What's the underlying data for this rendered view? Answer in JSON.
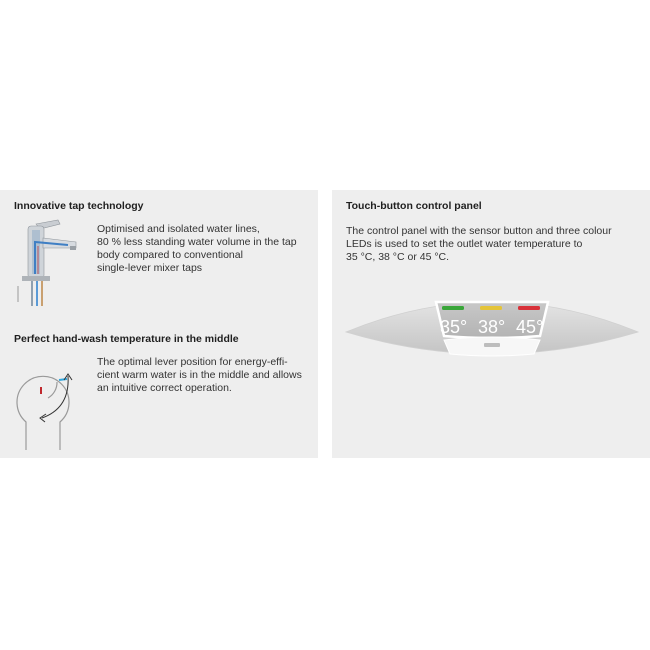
{
  "left": {
    "tap": {
      "heading": "Innovative tap technology",
      "lines": [
        "Optimised and isolated water lines,",
        "80 % less standing water volume in the tap",
        "body compared to conventional",
        "single-lever mixer taps"
      ]
    },
    "handwash": {
      "heading": "Perfect hand-wash temperature in the middle",
      "lines": [
        "The optimal lever position for energy-effi-",
        "cient warm water is in the middle and allows",
        "an intuitive correct operation."
      ]
    }
  },
  "right": {
    "heading": "Touch-button control panel",
    "lines": [
      "The control panel with the sensor button and three colour",
      "LEDs is used to set the outlet water temperature to",
      "35 °C, 38 °C or 45 °C."
    ],
    "display": {
      "leds": [
        {
          "label": "35°",
          "color": "#3aa63a"
        },
        {
          "label": "38°",
          "color": "#e4c43a"
        },
        {
          "label": "45°",
          "color": "#d8323a"
        }
      ]
    }
  },
  "colors": {
    "panel_bg": "#eeeeee",
    "cold_blue": "#2fa8e0",
    "hot_red": "#c0282d"
  },
  "icons": [
    "faucet-icon",
    "lever-diagram-icon",
    "control-panel-icon"
  ]
}
